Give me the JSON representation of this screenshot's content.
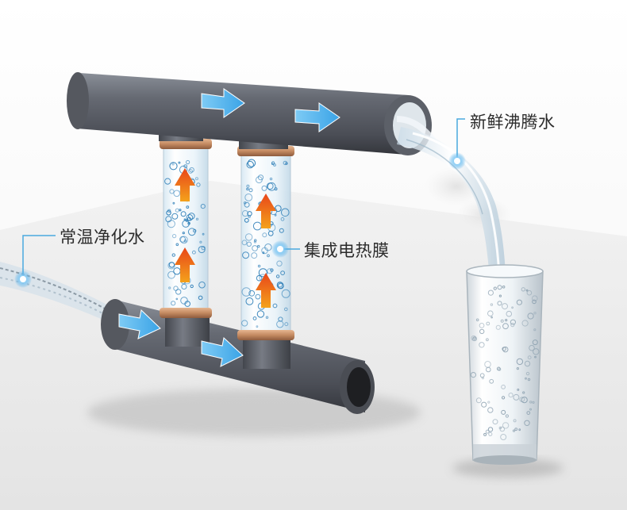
{
  "labels": {
    "purified_water": "常温净化水",
    "heating_film": "集成电热膜",
    "boiling_water": "新鲜沸腾水"
  },
  "icons": {
    "flow_arrow": "flow-arrow-icon",
    "heat_arrow": "heat-up-arrow-icon",
    "callout_dot": "callout-dot-icon"
  },
  "colors": {
    "pipe": "#5a5e66",
    "flow_arrow": "#55b6ee",
    "heat_arrow": "#f07a14",
    "copper_ring": "#c48a62",
    "callout": "#4aa9df"
  }
}
